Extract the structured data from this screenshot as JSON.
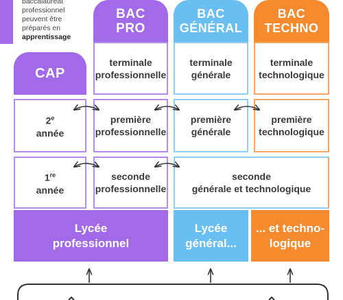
{
  "note": {
    "lines": [
      "baccalauréat",
      "professionnel",
      "peuvent être",
      "préparés en"
    ],
    "bold": "apprentissage"
  },
  "headers": {
    "cap": "CAP",
    "bac_pro": [
      "BAC",
      "PRO"
    ],
    "bac_general": [
      "BAC",
      "GÉNÉRAL"
    ],
    "bac_techno": [
      "BAC",
      "TECHNO"
    ]
  },
  "rows": {
    "terminale": {
      "pro": [
        "terminale",
        "professionnelle"
      ],
      "general": [
        "terminale",
        "générale"
      ],
      "techno": [
        "terminale",
        "technologique"
      ]
    },
    "premiere": {
      "cap": {
        "num": "2",
        "sup": "e",
        "word": "année"
      },
      "pro": [
        "première",
        "professionnelle"
      ],
      "general": [
        "première",
        "générale"
      ],
      "techno": [
        "première",
        "technologique"
      ]
    },
    "seconde": {
      "cap": {
        "num": "1",
        "sup": "re",
        "word": "année"
      },
      "pro": [
        "seconde",
        "professionnelle"
      ],
      "gt": [
        "seconde",
        "générale et technologique"
      ]
    }
  },
  "lycees": {
    "pro": [
      "Lycée",
      "professionnel"
    ],
    "general": [
      "Lycée",
      "général..."
    ],
    "techno": [
      "... et techno-",
      "logique"
    ]
  },
  "colors": {
    "purple": "#a26ae9",
    "purple_border": "#b48cef",
    "blue": "#69bff1",
    "blue_border": "#8dcff5",
    "orange": "#f68a2e",
    "orange_border": "#f6a462",
    "arrow": "#333333"
  }
}
